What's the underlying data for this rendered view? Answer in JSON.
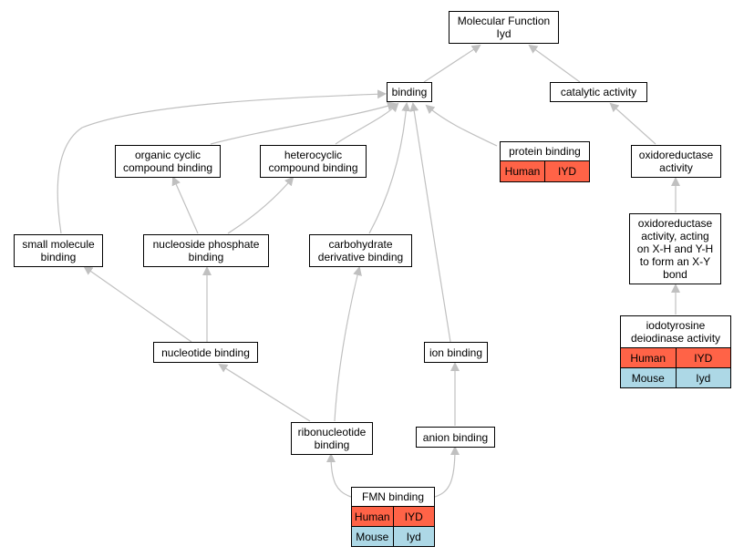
{
  "colors": {
    "edge": "#c0c0c0",
    "human": "#ff6347",
    "mouse": "#add8e6",
    "border": "#000000"
  },
  "nodes": {
    "molecular_function": "Molecular Function\nIyd",
    "binding": "binding",
    "catalytic_activity": "catalytic activity",
    "organic_cyclic": "organic cyclic\ncompound binding",
    "heterocyclic": "heterocyclic\ncompound binding",
    "protein_binding": "protein binding",
    "oxidoreductase": "oxidoreductase\nactivity",
    "small_molecule": "small molecule\nbinding",
    "nucleoside_phosphate": "nucleoside phosphate\nbinding",
    "carbohydrate_derivative": "carbohydrate\nderivative binding",
    "oxidoreductase_xh": "oxidoreductase\nactivity, acting\non X-H and Y-H\nto form an X-Y\nbond",
    "iodotyrosine": "iodotyrosine\ndeiodinase activity",
    "nucleotide_binding": "nucleotide binding",
    "ion_binding": "ion binding",
    "ribonucleotide": "ribonucleotide\nbinding",
    "anion_binding": "anion binding",
    "fmn_binding": "FMN binding"
  },
  "annotations": {
    "protein_binding": {
      "human": [
        "Human",
        "IYD"
      ]
    },
    "iodotyrosine": {
      "human": [
        "Human",
        "IYD"
      ],
      "mouse": [
        "Mouse",
        "Iyd"
      ]
    },
    "fmn_binding": {
      "human": [
        "Human",
        "IYD"
      ],
      "mouse": [
        "Mouse",
        "Iyd"
      ]
    }
  }
}
